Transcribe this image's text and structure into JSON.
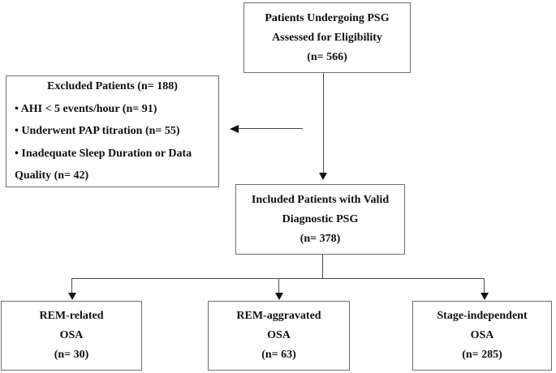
{
  "figure": {
    "type": "patient-flow-diagram",
    "colors": {
      "border": "#6e6e6e",
      "line": "#4a4a4a",
      "arrowhead": "#111111",
      "text": "#101010",
      "background": "#ffffff"
    },
    "top_box": {
      "lines": [
        "Patients Undergoing PSG",
        "Assessed for Eligibility",
        "(n= 566)"
      ]
    },
    "excluded_box": {
      "title": "Excluded Patients (n= 188)",
      "bullets": [
        "• AHI < 5 events/hour (n= 91)",
        "• Underwent PAP titration (n= 55)",
        "• Inadequate Sleep Duration or Data",
        "Quality (n= 42)"
      ]
    },
    "included_box": {
      "lines": [
        "Included Patients with Valid",
        "Diagnostic PSG",
        "(n= 378)"
      ]
    },
    "outcome_boxes": [
      {
        "lines": [
          "REM-related",
          "OSA",
          "(n= 30)"
        ]
      },
      {
        "lines": [
          "REM-aggravated",
          "OSA",
          "(n= 63)"
        ]
      },
      {
        "lines": [
          "Stage-independent",
          "OSA",
          "(n= 285)"
        ]
      }
    ]
  }
}
